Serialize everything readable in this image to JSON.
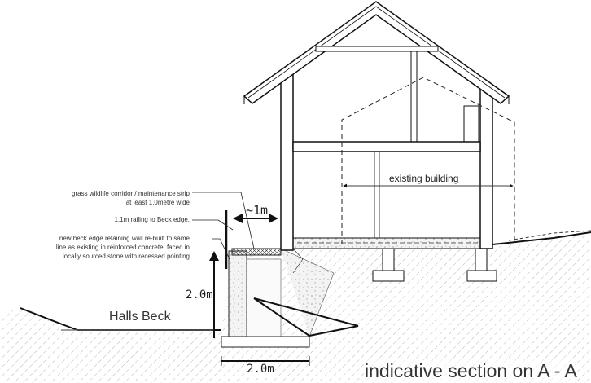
{
  "notes": {
    "corridor_line1": "grass wildlife corridor / maintenance strip",
    "corridor_line2": "at least 1.0metre wide",
    "railing": "1.1m railing to Beck edge.",
    "wall_line1": "new beck edge retaining wall re-built to same",
    "wall_line2": "line as existing in reinforced concrete; faced in",
    "wall_line3": "locally sourced stone with recessed pointing"
  },
  "dimensions": {
    "strip_width": "~1m",
    "wall_height": "2.0m",
    "footing_width": "2.0m"
  },
  "labels": {
    "beck": "Halls Beck",
    "existing": "existing building",
    "title": "indicative section on A - A"
  }
}
